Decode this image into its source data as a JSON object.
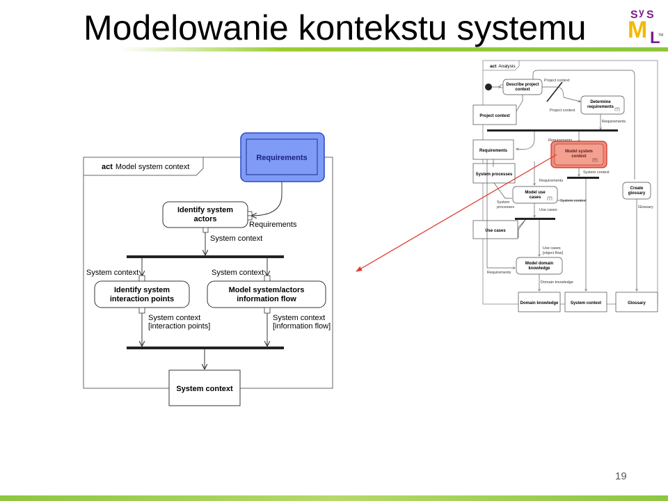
{
  "slide": {
    "title": "Modelowanie kontekstu systemu",
    "page_number": "19",
    "logo_text": "SysML",
    "colors": {
      "accent_green": "#8dc63f",
      "arrow_red": "#e03c31",
      "highlight_blue": "#6b8cf5",
      "highlight_red": "#f08070"
    }
  },
  "main_diagram": {
    "frame_label_keyword": "act",
    "frame_label_name": "Model system context",
    "requirements_node": "Requirements",
    "identify_actors": [
      "Identify system",
      "actors"
    ],
    "pin_requirements": "Requirements",
    "flow_system_context_1": "System context",
    "flow_left_system_context": "System context",
    "flow_right_system_context": "System context",
    "identify_interaction": [
      "Identify system",
      "interaction points"
    ],
    "model_information_flow": [
      "Model system/actors",
      "information flow"
    ],
    "out_left": [
      "System context",
      "[interaction points]"
    ],
    "out_right": [
      "System context",
      "[information flow]"
    ],
    "final_node": "System context"
  },
  "analysis_diagram": {
    "frame_keyword": "act",
    "frame_name": "Analysis",
    "describe_project_context": [
      "Describe project",
      "context"
    ],
    "label_project_context_1": "Project context",
    "determine_requirements": [
      "Determine",
      "requirements"
    ],
    "label_project_context_2": "Project context",
    "project_context_object": "Project context",
    "label_requirements_1": "Requirements",
    "label_requirements_2": "Requirements",
    "requirements_object": "Requirements",
    "model_system_context": [
      "Model system",
      "context"
    ],
    "system_processes_object": "System processes",
    "label_system_context_1": "System context",
    "label_requirements_3": "Requirements",
    "create_glossary": [
      "Create",
      "glossary"
    ],
    "model_use_cases": [
      "Model use",
      "cases"
    ],
    "label_system_processes": [
      "System",
      "processes"
    ],
    "label_system_context_2": "System context",
    "label_use_cases_1": "Use cases",
    "label_glossary": "Glossary",
    "use_cases_object": "Use cases",
    "label_use_cases_2": [
      "Use cases",
      "[object flow]"
    ],
    "model_domain_knowledge": [
      "Model domain",
      "knowledge"
    ],
    "label_requirements_4": "Requirements",
    "label_domain_knowledge": "Domain knowledge",
    "domain_knowledge_object": "Domain knowledge",
    "system_context_object": "System context",
    "glossary_object": "Glossary"
  }
}
